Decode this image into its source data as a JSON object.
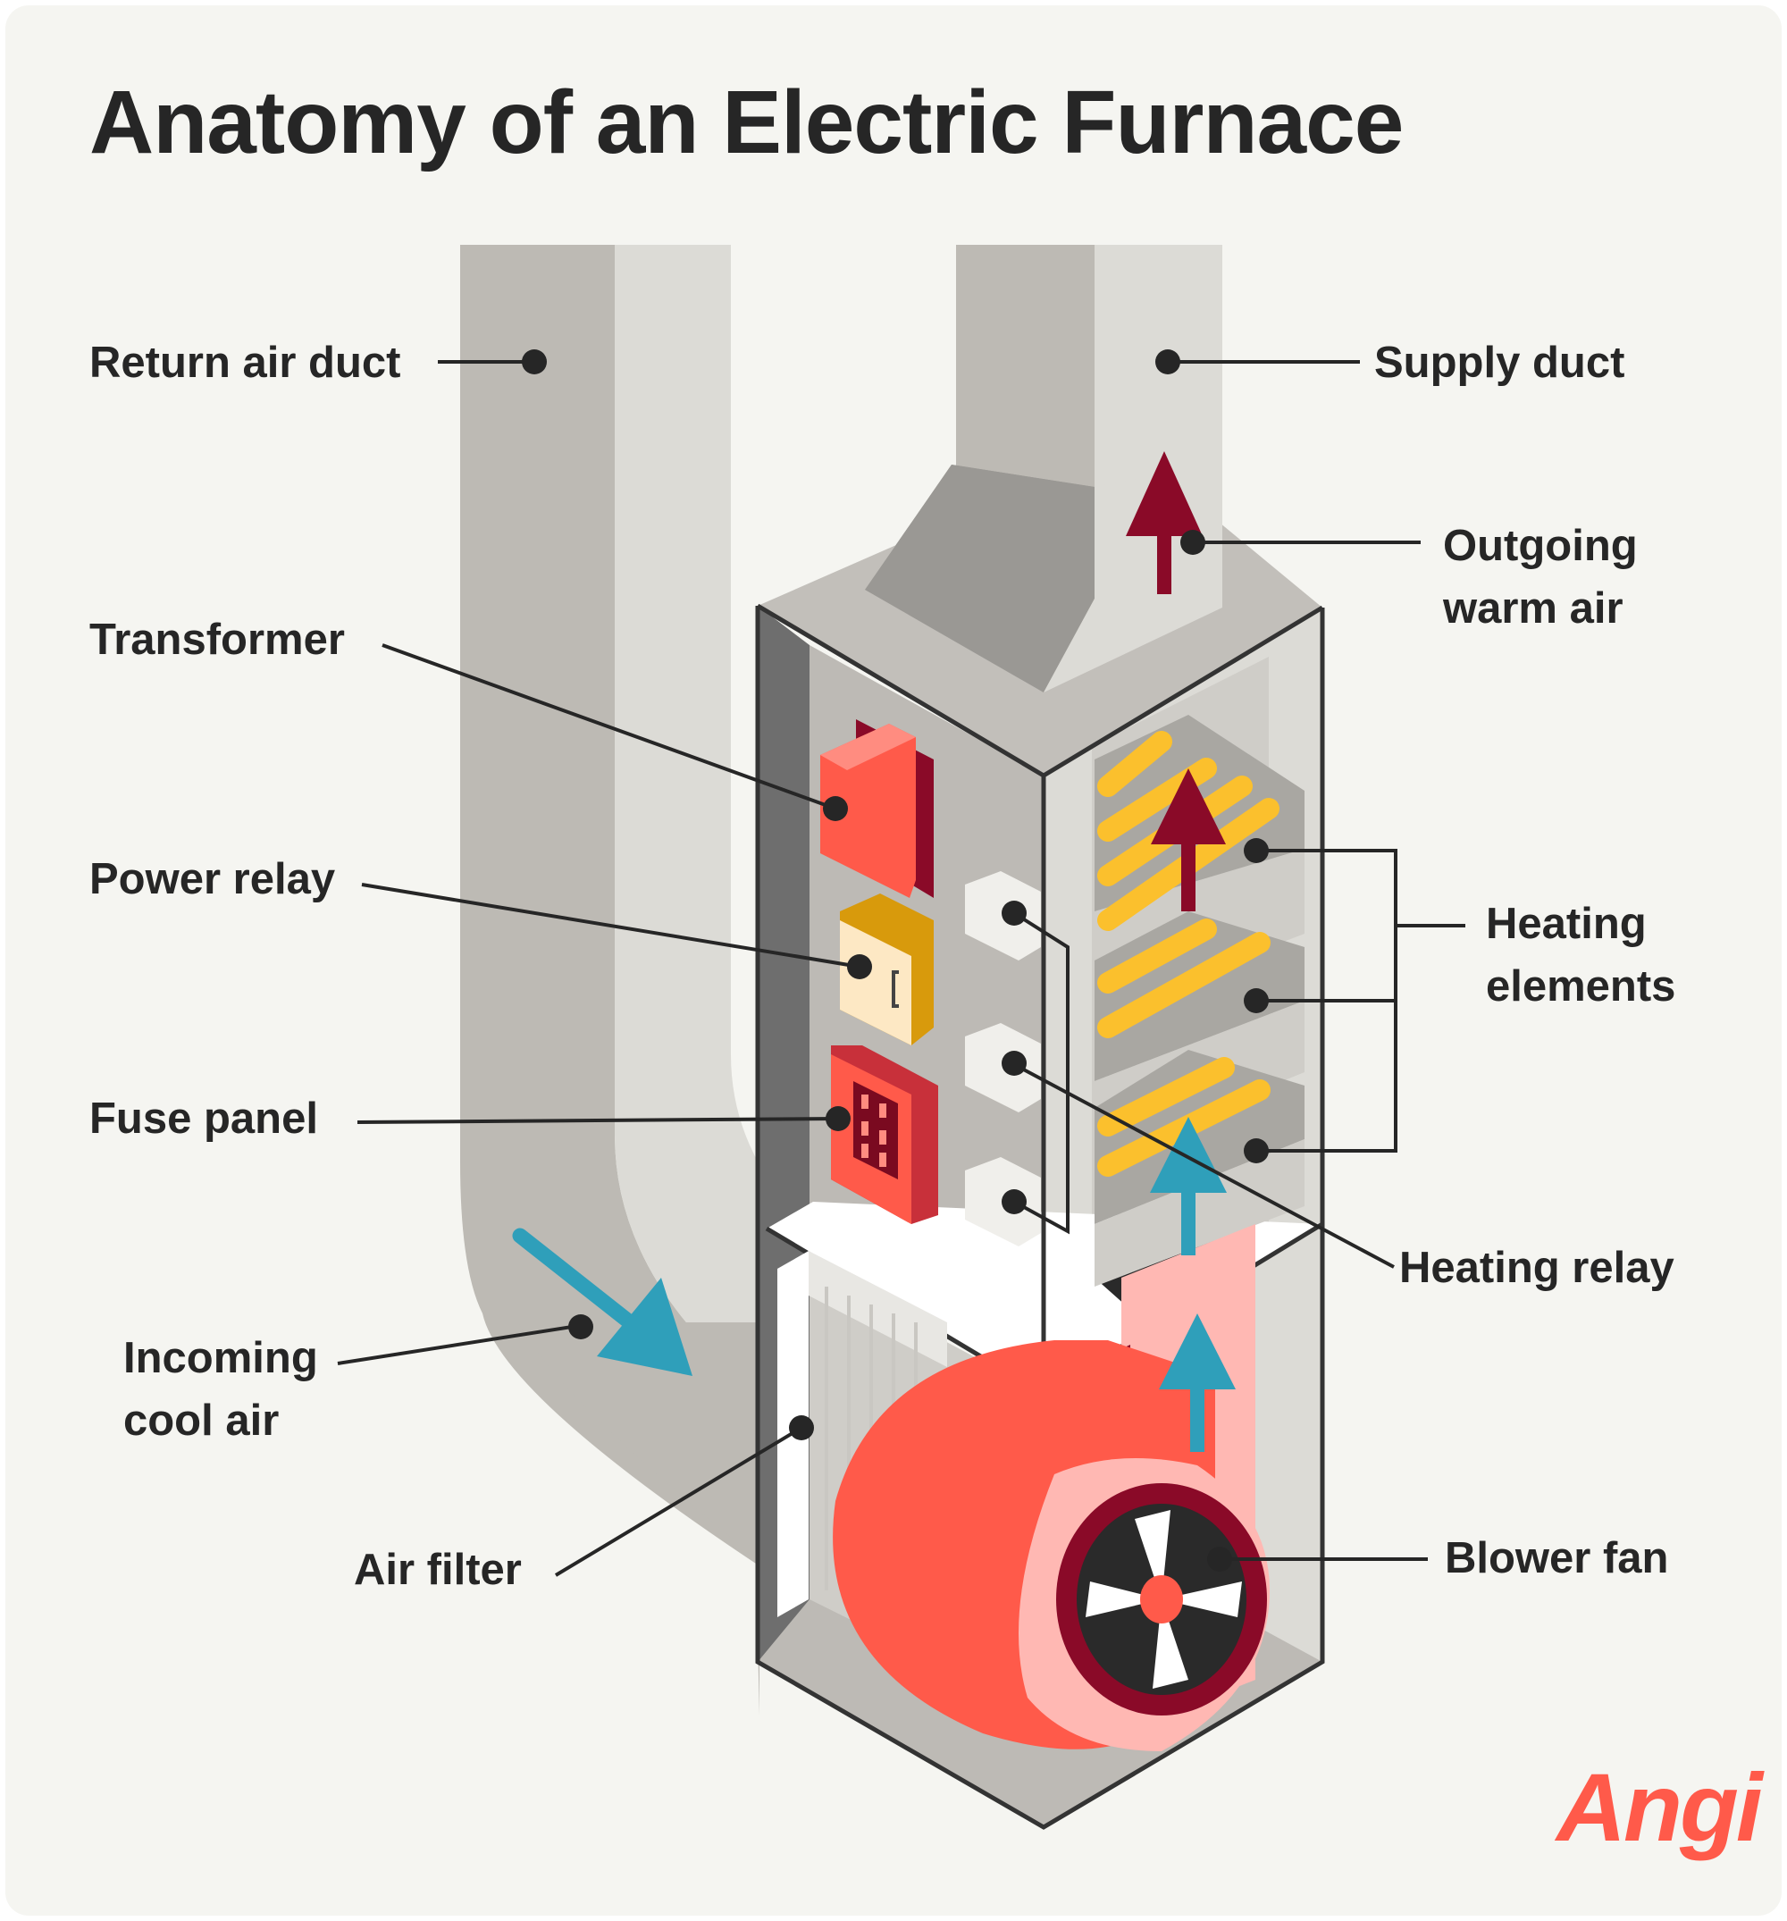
{
  "title": "Anatomy of an Electric Furnace",
  "labels": {
    "return_air_duct": "Return air duct",
    "supply_duct": "Supply duct",
    "outgoing_warm_air_1": "Outgoing",
    "outgoing_warm_air_2": "warm air",
    "transformer": "Transformer",
    "power_relay": "Power relay",
    "heating_elements_1": "Heating",
    "heating_elements_2": "elements",
    "fuse_panel": "Fuse panel",
    "heating_relay": "Heating relay",
    "incoming_cool_air_1": "Incoming",
    "incoming_cool_air_2": "cool air",
    "air_filter": "Air filter",
    "blower_fan": "Blower fan"
  },
  "logo": "Angi",
  "colors": {
    "background": "#f5f5f1",
    "text": "#262626",
    "duct_dark": "#bdbab4",
    "duct_light": "#dcdbd6",
    "cabinet": "#bdbab5",
    "cabinet_shadow": "#6d6d6d",
    "warm_air_arrow": "#8a0a28",
    "cool_air_arrow": "#2f9fba",
    "heating_coil": "#fbc02d",
    "blower_housing": "#ff5a4a",
    "blower_light": "#ffb3ad",
    "transformer": "#ff5a4a",
    "power_relay": "#fde8c4",
    "power_relay_frame": "#d89a0c",
    "brand": "#ff5a4a"
  }
}
